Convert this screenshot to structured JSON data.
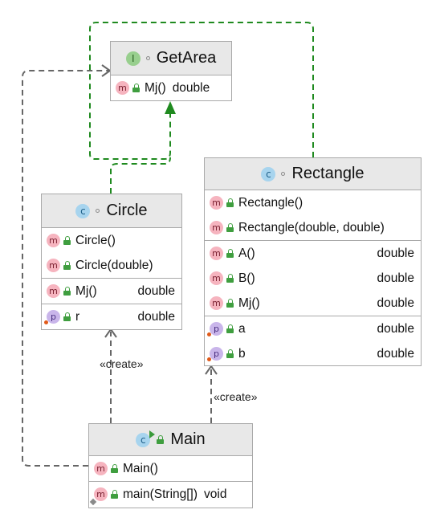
{
  "colors": {
    "dependency_line": "#666666",
    "realization_line": "#1f8a1f",
    "header_fill": "#e8e8e8",
    "border": "#a9a9a9"
  },
  "diagram": {
    "classes": {
      "getarea": {
        "kind_badge": "I",
        "name": "GetArea",
        "sections": [
          [
            {
              "badge": "m",
              "name": "Mj()",
              "type": "double"
            }
          ]
        ]
      },
      "circle": {
        "kind_badge": "c",
        "name": "Circle",
        "sections": [
          [
            {
              "badge": "m",
              "name": "Circle()",
              "type": ""
            },
            {
              "badge": "m",
              "name": "Circle(double)",
              "type": ""
            }
          ],
          [
            {
              "badge": "m",
              "name": "Mj()",
              "type": "double"
            }
          ],
          [
            {
              "badge": "p",
              "name": "r",
              "type": "double"
            }
          ]
        ]
      },
      "rectangle": {
        "kind_badge": "c",
        "name": "Rectangle",
        "sections": [
          [
            {
              "badge": "m",
              "name": "Rectangle()",
              "type": ""
            },
            {
              "badge": "m",
              "name": "Rectangle(double, double)",
              "type": ""
            }
          ],
          [
            {
              "badge": "m",
              "name": "A()",
              "type": "double"
            },
            {
              "badge": "m",
              "name": "B()",
              "type": "double"
            },
            {
              "badge": "m",
              "name": "Mj()",
              "type": "double"
            }
          ],
          [
            {
              "badge": "p",
              "name": "a",
              "type": "double"
            },
            {
              "badge": "p",
              "name": "b",
              "type": "double"
            }
          ]
        ]
      },
      "main": {
        "kind_badge": "c",
        "name": "Main",
        "sections": [
          [
            {
              "badge": "m",
              "name": "Main()",
              "type": ""
            }
          ],
          [
            {
              "badge": "m",
              "name": "main(String[])",
              "type": "void"
            }
          ]
        ]
      }
    },
    "edge_labels": {
      "main_to_circle": "«create»",
      "main_to_rectangle": "«create»"
    }
  }
}
